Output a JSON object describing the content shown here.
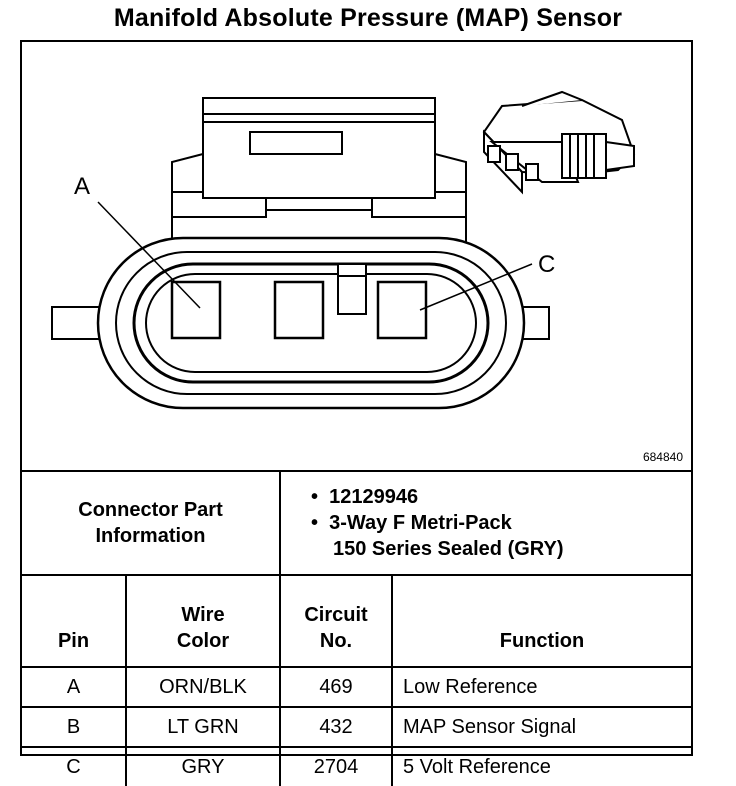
{
  "title": "Manifold Absolute Pressure (MAP) Sensor",
  "diagram": {
    "pin_label_a": "A",
    "pin_label_c": "C",
    "code": "684840"
  },
  "connector": {
    "label_line1": "Connector Part",
    "label_line2": "Information",
    "bullet_char": "•",
    "part_number": "12129946",
    "desc_line1": "3-Way F Metri-Pack",
    "desc_line2": "150 Series Sealed (GRY)"
  },
  "table": {
    "headers": {
      "pin": "Pin",
      "wire_color_1": "Wire",
      "wire_color_2": "Color",
      "circuit_1": "Circuit",
      "circuit_2": "No.",
      "function": "Function"
    },
    "rows": [
      {
        "pin": "A",
        "wire": "ORN/BLK",
        "circuit": "469",
        "function": "Low Reference"
      },
      {
        "pin": "B",
        "wire": "LT GRN",
        "circuit": "432",
        "function": "MAP Sensor Signal"
      },
      {
        "pin": "C",
        "wire": "GRY",
        "circuit": "2704",
        "function": "5 Volt Reference"
      }
    ]
  }
}
